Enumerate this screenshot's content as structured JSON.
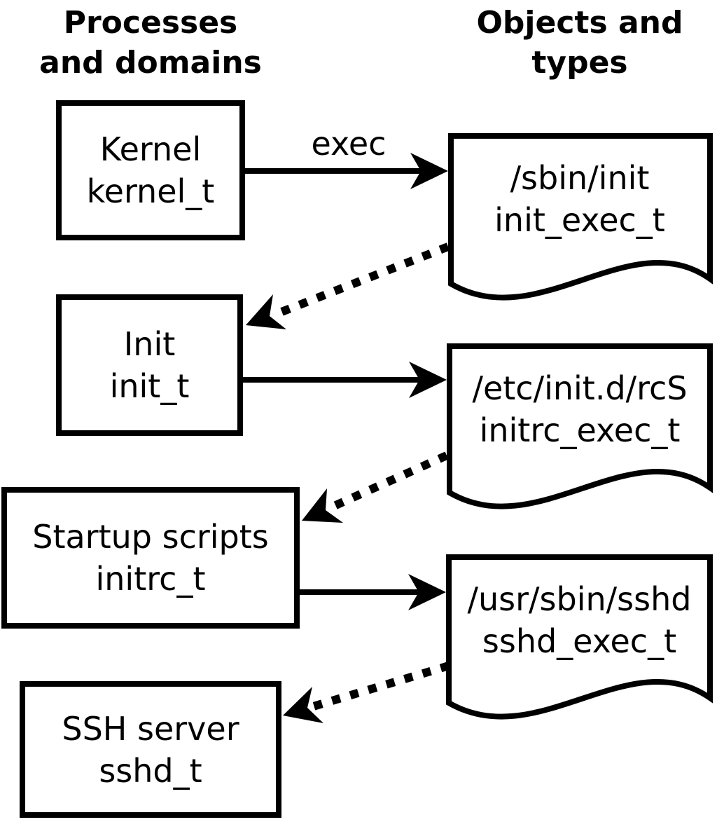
{
  "colors": {
    "ink": "#000000",
    "background": "#ffffff"
  },
  "headers": {
    "left": {
      "line1": "Processes",
      "line2": "and domains"
    },
    "right": {
      "line1": "Objects and",
      "line2": "types"
    }
  },
  "nodes": {
    "processes": [
      {
        "name": "Kernel",
        "type": "kernel_t"
      },
      {
        "name": "Init",
        "type": "init_t"
      },
      {
        "name": "Startup scripts",
        "type": "initrc_t"
      },
      {
        "name": "SSH server",
        "type": "sshd_t"
      }
    ],
    "objects": [
      {
        "path": "/sbin/init",
        "type": "init_exec_t"
      },
      {
        "path": "/etc/init.d/rcS",
        "type": "initrc_exec_t"
      },
      {
        "path": "/usr/sbin/sshd",
        "type": "sshd_exec_t"
      }
    ]
  },
  "edges": {
    "exec_label": "exec",
    "solid": [
      {
        "from": "Kernel kernel_t",
        "to": "/sbin/init init_exec_t",
        "label": "exec"
      },
      {
        "from": "Init init_t",
        "to": "/etc/init.d/rcS initrc_exec_t",
        "label": ""
      },
      {
        "from": "Startup scripts initrc_t",
        "to": "/usr/sbin/sshd sshd_exec_t",
        "label": ""
      }
    ],
    "dotted": [
      {
        "from": "/sbin/init init_exec_t",
        "to": "Init init_t"
      },
      {
        "from": "/etc/init.d/rcS initrc_exec_t",
        "to": "Startup scripts initrc_t"
      },
      {
        "from": "/usr/sbin/sshd sshd_exec_t",
        "to": "SSH server sshd_t"
      }
    ]
  }
}
